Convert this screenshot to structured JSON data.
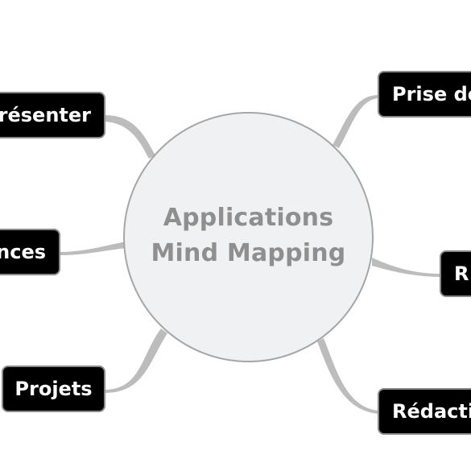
{
  "center": {
    "line1": "Applications",
    "line2": "Mind Mapping"
  },
  "branches": {
    "presenter": "résenter",
    "ances": "nces",
    "projets": "Projets",
    "prise": "Prise de",
    "r": "R",
    "redaction": "Rédacti"
  },
  "colors": {
    "branch_fill": "#000000",
    "branch_text": "#ffffff",
    "branch_border": "#8a8a8a",
    "center_fill": "#f0f1f3",
    "center_border": "#a6a6a6",
    "center_text": "#8f8f8f",
    "connector": "#bcbcbc"
  }
}
